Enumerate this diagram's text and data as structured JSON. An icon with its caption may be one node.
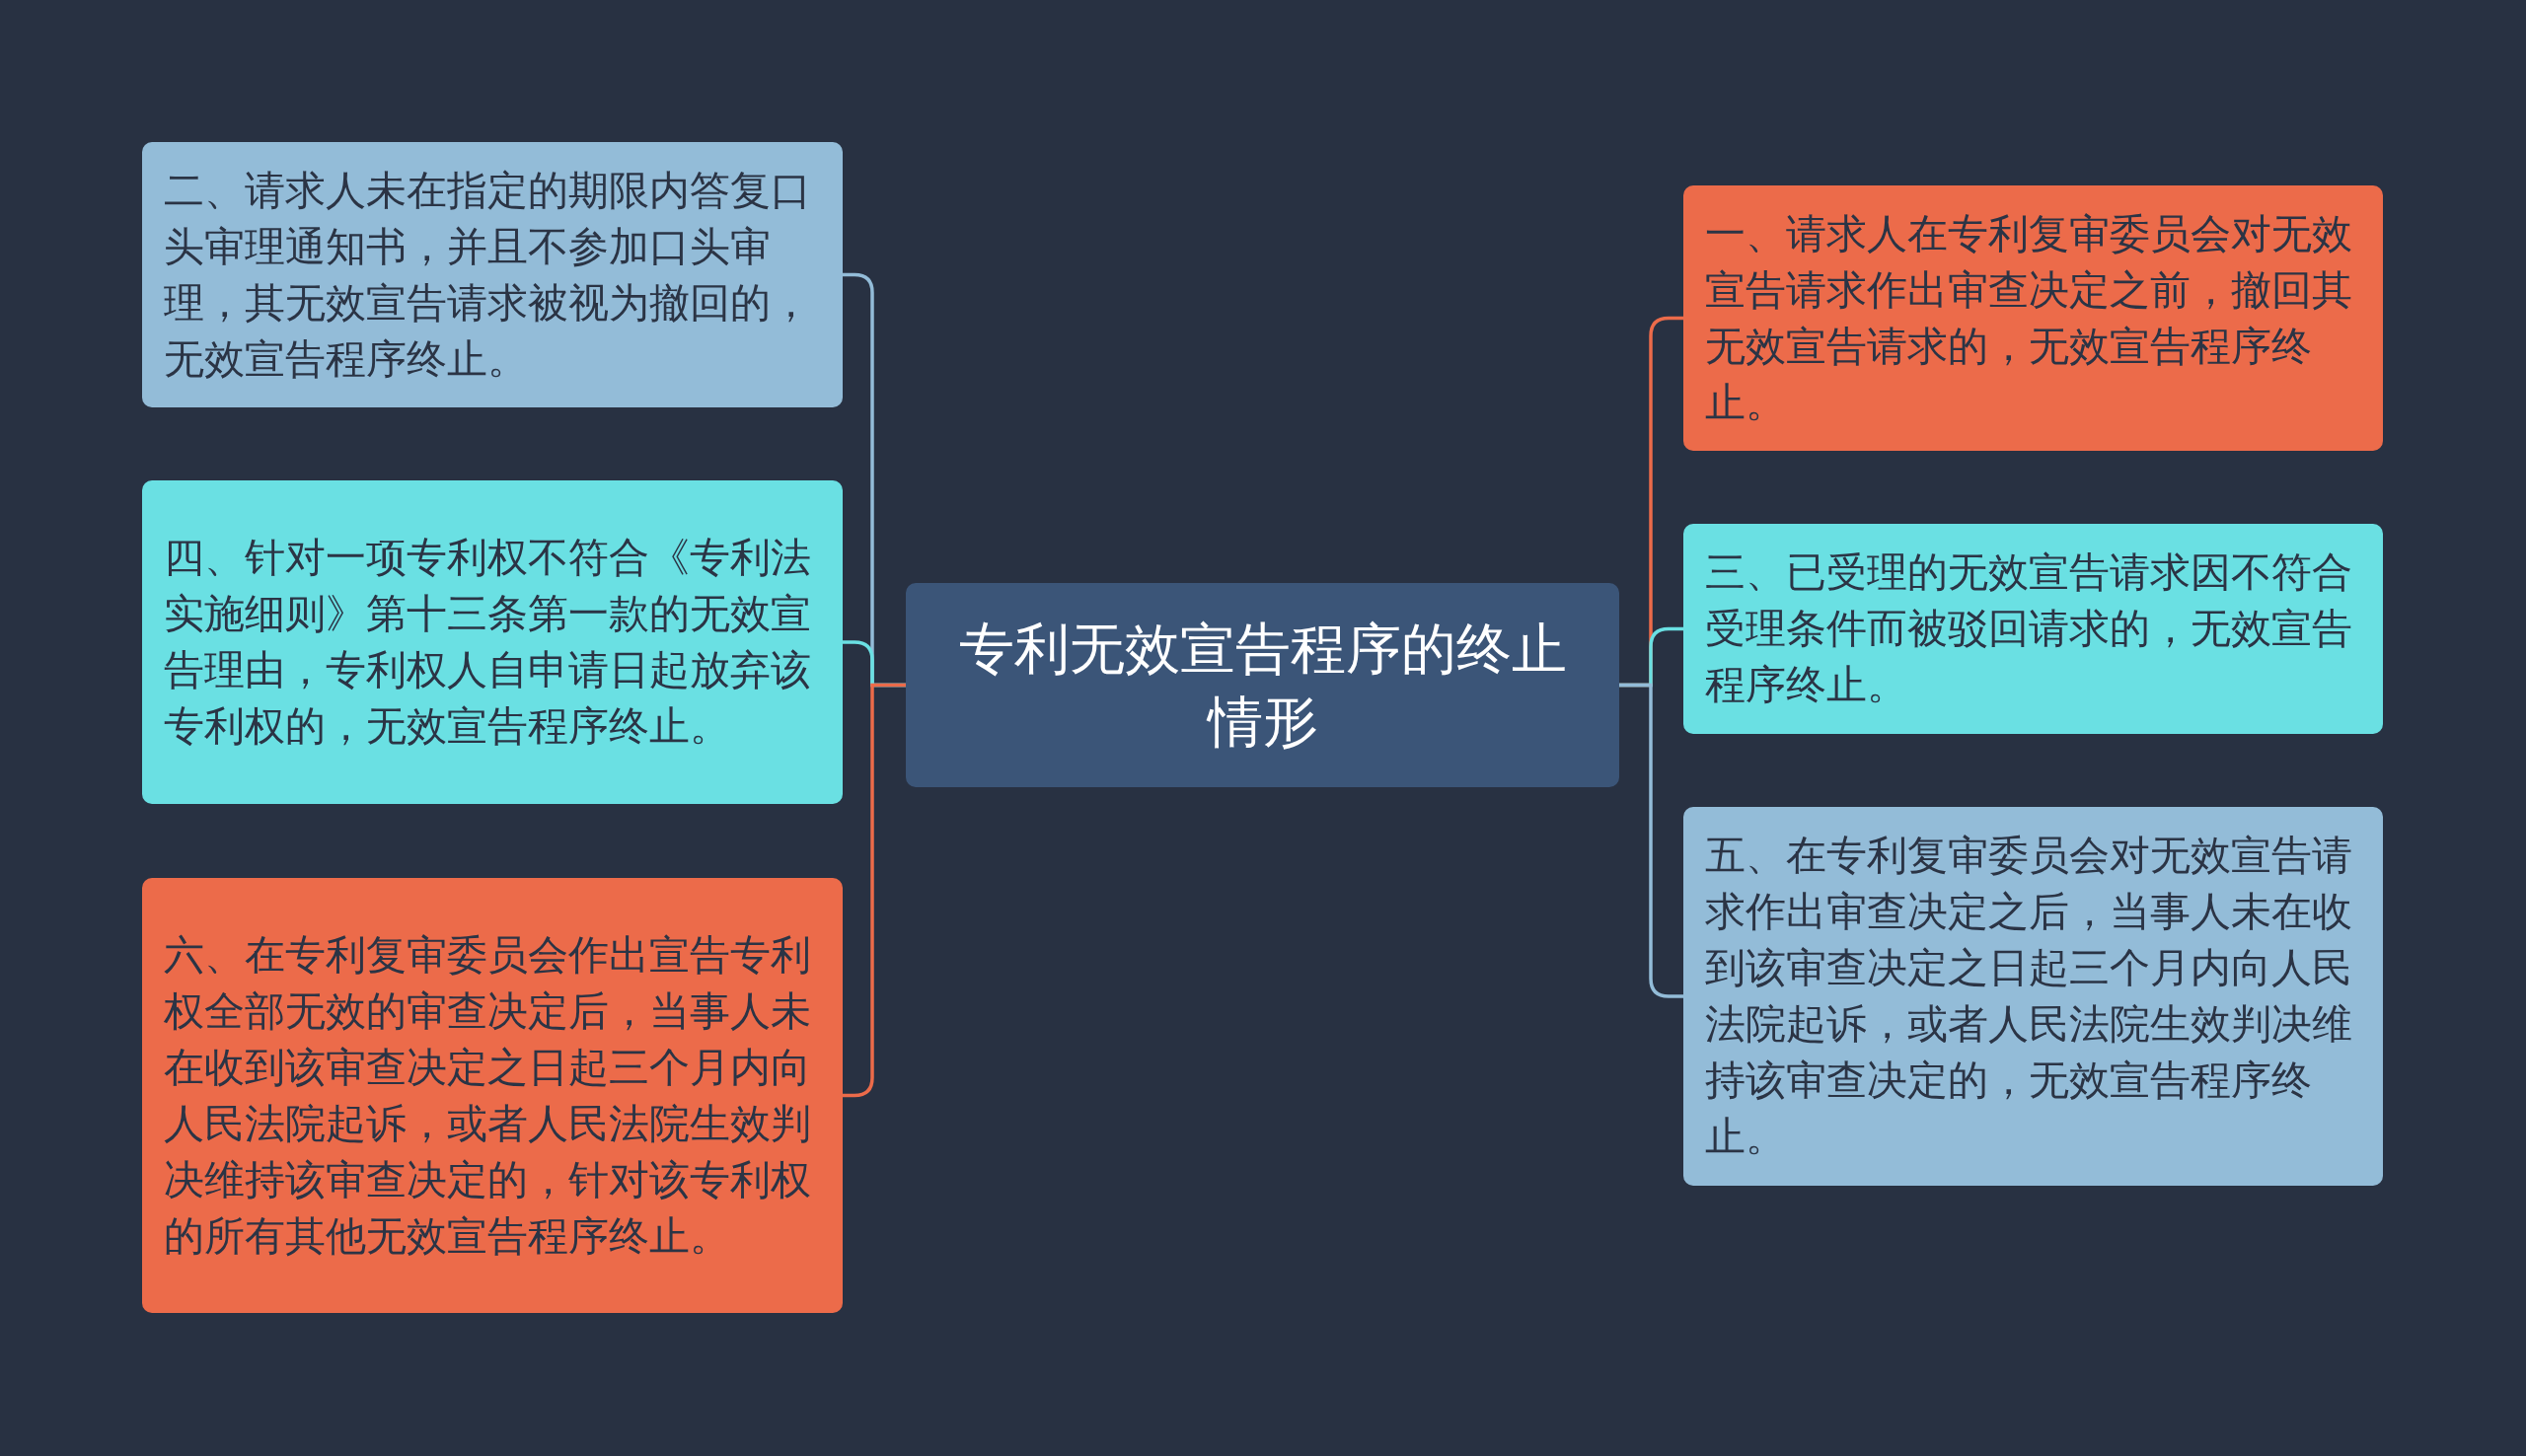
{
  "diagram": {
    "nodes": [
      {
        "text": [
          "专利无效宣告程序的终止情形"
        ]
      },
      {
        "text": [
          "一、请求人在专利复审委员会对无效宣告请求作出审查决定之前，撤回其无效宣告请求的，无效宣告程序终止。"
        ]
      },
      {
        "text": [
          "二、请求人未在指定的期限内答复口头审理通知书，并且不参加口头审理，其无效宣告请求被视为撤回的，无效宣告程序终止。"
        ]
      },
      {
        "text": [
          "三、已受理的无效宣告请求因不符合受理条件而被驳回请求的，无效宣告程序终止。"
        ]
      },
      {
        "text": [
          "四、针对一项专利权不符合《专利法实施细则》第十三条第一款的无效宣告理由，专利权人自申请日起放弃该专利权的，无效宣告程序终止。"
        ]
      },
      {
        "text": [
          "五、在专利复审委员会对无效宣告请求作出审查决定之后，当事人未在收到该审查决定之日起三个月内向人民法院起诉，或者人民法院生效判决维持该审查决定的，无效宣告程序终止。"
        ]
      },
      {
        "text": [
          "六、在专利复审委员会作出宣告专利权全部无效的审查决定后，当事人未在收到该审查决定之日起三个月内向人民法院起诉，或者人民法院生效判决维持该审查决定的，针对该专利权的所有其他无效宣告程序终止。"
        ]
      }
    ],
    "edges": [
      {
        "from": 0,
        "to": 1,
        "arrow": "none",
        "color": "#ec6b4a"
      },
      {
        "from": 0,
        "to": 2,
        "arrow": "none",
        "color": "#93bcd8"
      },
      {
        "from": 0,
        "to": 3,
        "arrow": "none",
        "color": "#6ae0e3"
      },
      {
        "from": 0,
        "to": 4,
        "arrow": "none",
        "color": "#6ae0e3"
      },
      {
        "from": 0,
        "to": 5,
        "arrow": "none",
        "color": "#93bcd8"
      },
      {
        "from": 0,
        "to": 6,
        "arrow": "none",
        "color": "#ec6b4a"
      }
    ]
  }
}
